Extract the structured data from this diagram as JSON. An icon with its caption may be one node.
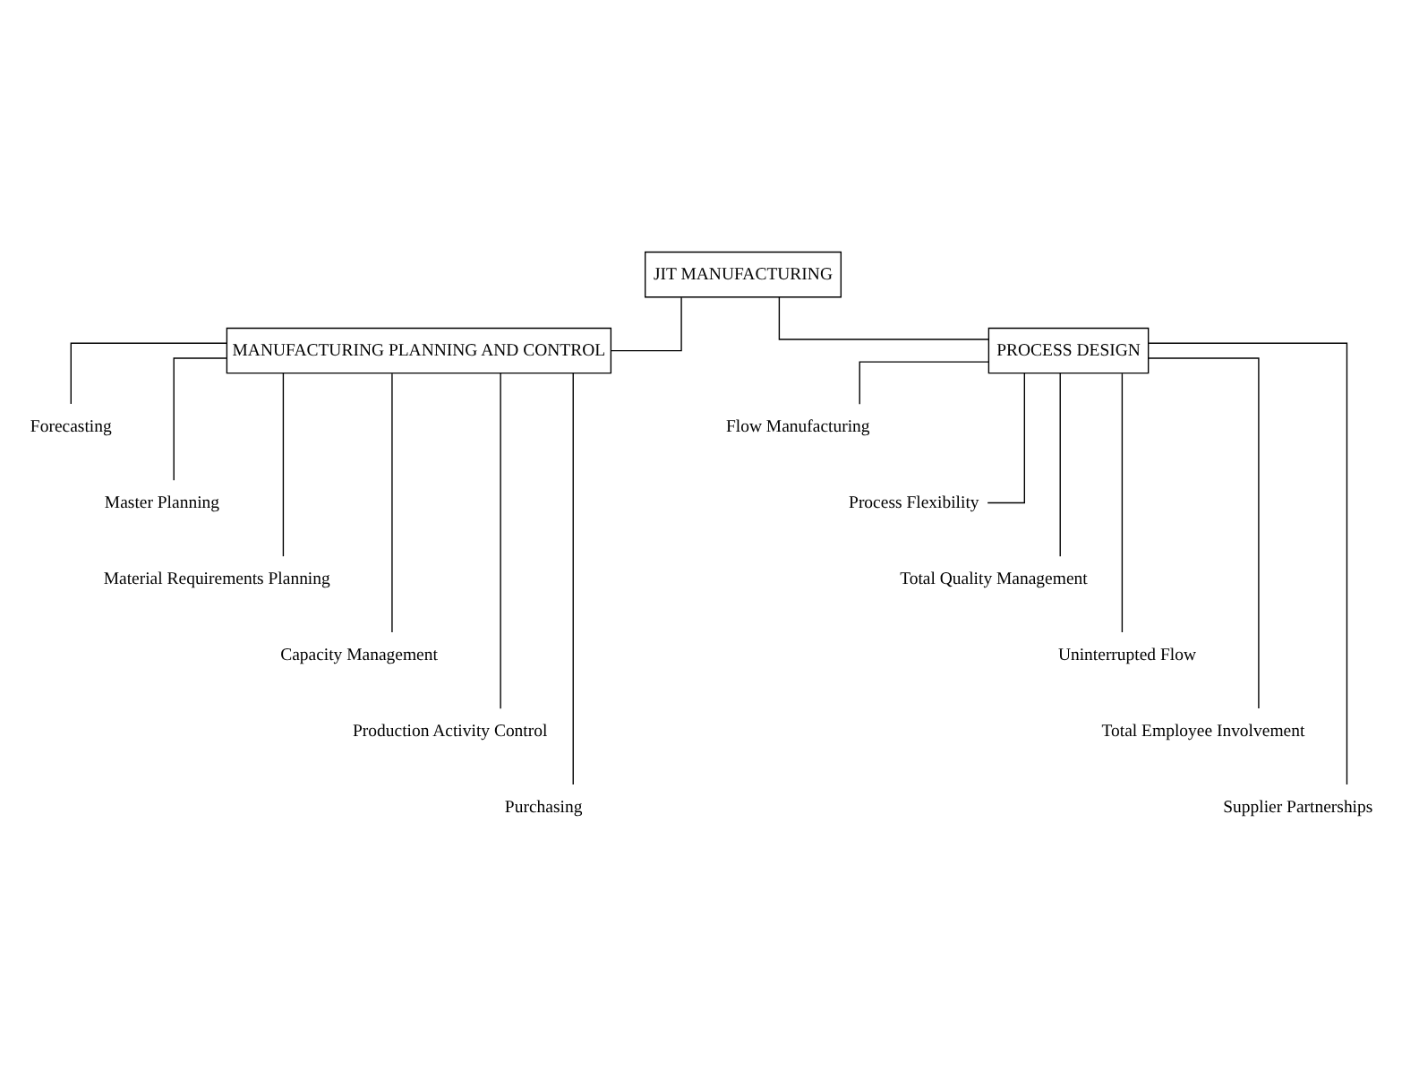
{
  "diagram": {
    "nodes": [
      {
        "text": [
          "JIT MANUFACTURING"
        ]
      },
      {
        "text": [
          "MANUFACTURING PLANNING AND CONTROL"
        ]
      },
      {
        "text": [
          "PROCESS DESIGN"
        ]
      },
      {
        "text": [
          "Forecasting"
        ]
      },
      {
        "text": [
          "Master Planning"
        ]
      },
      {
        "text": [
          "Material Requirements Planning"
        ]
      },
      {
        "text": [
          "Capacity Management"
        ]
      },
      {
        "text": [
          "Production Activity Control"
        ]
      },
      {
        "text": [
          "Purchasing"
        ]
      },
      {
        "text": [
          "Flow Manufacturing"
        ]
      },
      {
        "text": [
          "Process Flexibility"
        ]
      },
      {
        "text": [
          "Total Quality Management"
        ]
      },
      {
        "text": [
          "Uninterrupted Flow"
        ]
      },
      {
        "text": [
          "Total Employee Involvement"
        ]
      },
      {
        "text": [
          "Supplier Partnerships"
        ]
      }
    ],
    "edges": [
      {
        "from": 0,
        "to": 1,
        "arrow": "none"
      },
      {
        "from": 0,
        "to": 2,
        "arrow": "none"
      },
      {
        "from": 1,
        "to": 3,
        "arrow": "none"
      },
      {
        "from": 1,
        "to": 4,
        "arrow": "none"
      },
      {
        "from": 1,
        "to": 5,
        "arrow": "none"
      },
      {
        "from": 1,
        "to": 6,
        "arrow": "none"
      },
      {
        "from": 1,
        "to": 7,
        "arrow": "none"
      },
      {
        "from": 1,
        "to": 8,
        "arrow": "none"
      },
      {
        "from": 2,
        "to": 9,
        "arrow": "none"
      },
      {
        "from": 2,
        "to": 10,
        "arrow": "none"
      },
      {
        "from": 2,
        "to": 11,
        "arrow": "none"
      },
      {
        "from": 2,
        "to": 12,
        "arrow": "none"
      },
      {
        "from": 2,
        "to": 13,
        "arrow": "none"
      },
      {
        "from": 2,
        "to": 14,
        "arrow": "none"
      }
    ]
  }
}
